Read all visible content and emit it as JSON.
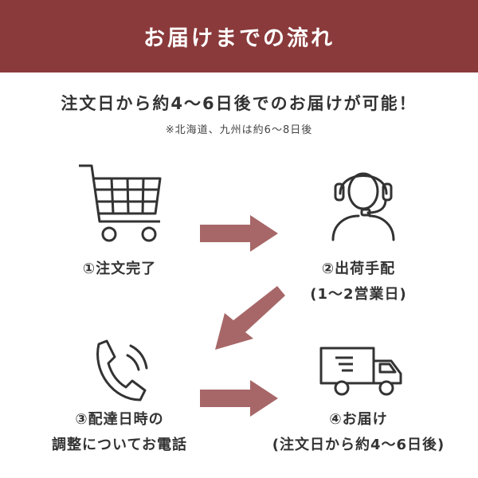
{
  "header": {
    "title": "お届けまでの流れ"
  },
  "intro": {
    "headline": "注文日から約4〜6日後でのお届けが可能！",
    "note": "※北海道、九州は約6〜8日後"
  },
  "steps": [
    {
      "label": "①注文完了",
      "icon": "shopping-cart-icon"
    },
    {
      "label": "②出荷手配",
      "sublabel": "(1〜2営業日)",
      "icon": "headset-operator-icon"
    },
    {
      "label": "③配達日時の",
      "sublabel": "調整についてお電話",
      "icon": "phone-call-icon"
    },
    {
      "label": "④お届け",
      "sublabel": "(注文日から約4〜6日後)",
      "icon": "delivery-truck-icon"
    }
  ],
  "colors": {
    "banner": "#8a3a3b",
    "arrow": "#a76768",
    "icon_stroke": "#333333"
  }
}
